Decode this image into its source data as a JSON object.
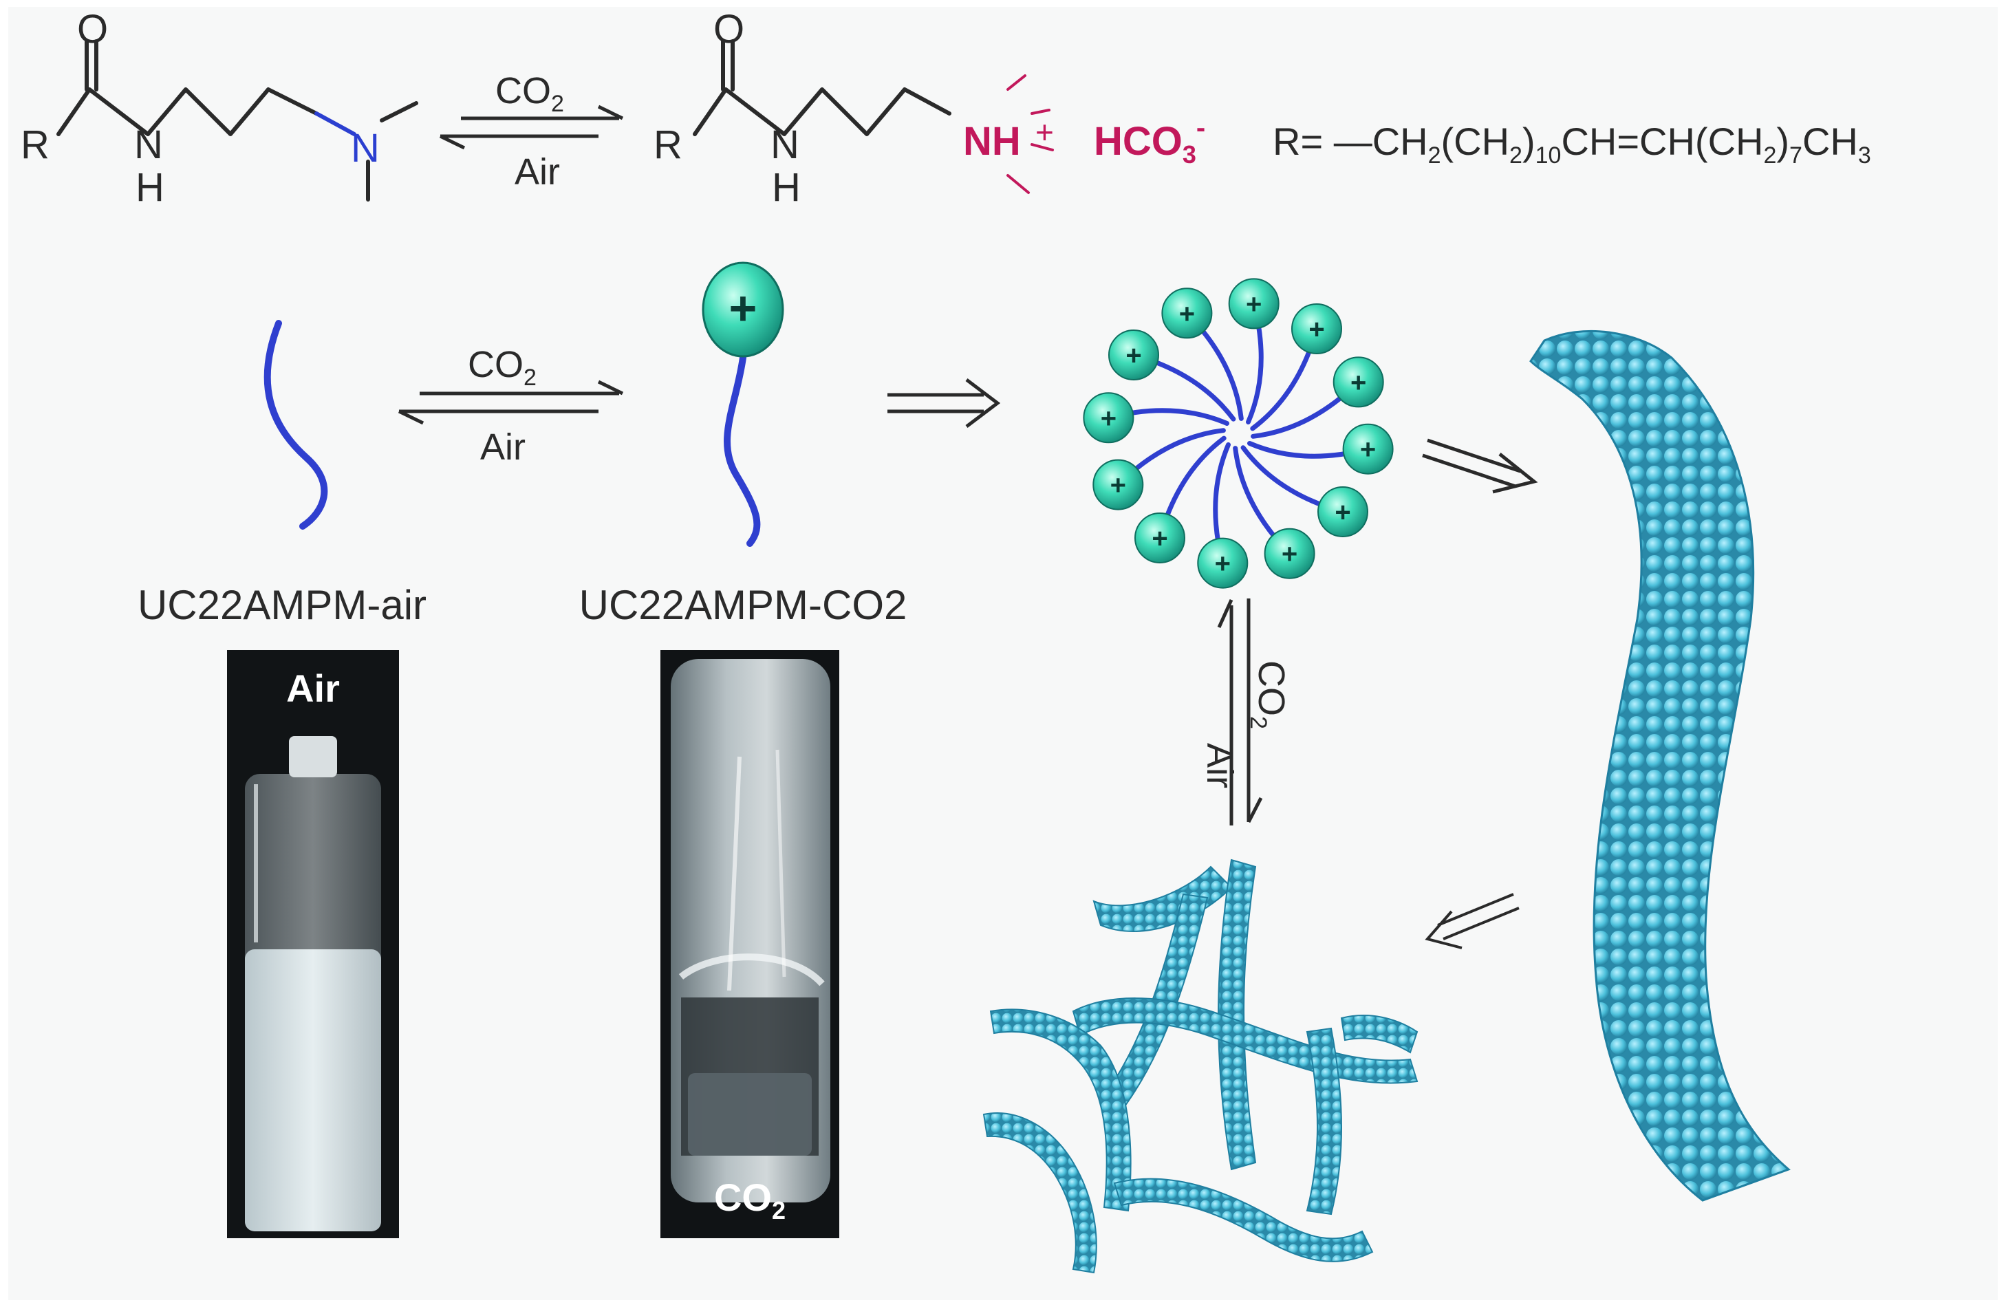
{
  "colors": {
    "background": "#ffffff",
    "panel": "#f7f8f8",
    "ink": "#2a2a2a",
    "nitrogen": "#2b3fd0",
    "ammonium": "#c2185b",
    "tail": "#2f3fcf",
    "head": "#35d6b3",
    "fiber": "#4fbdd8",
    "fiber_edge": "#1f7fa0"
  },
  "scheme": {
    "r_group_label": "R",
    "oxygen_label": "O",
    "nitrogen_label": "N",
    "h_label": "H",
    "nh_label": "NH",
    "plus_label": "+",
    "bicarbonate_label": "HCO",
    "bicarbonate_sub": "3",
    "bicarbonate_sup": "-",
    "r_definition": {
      "prefix": "R= ",
      "dash": "—",
      "parts": [
        {
          "text": "CH",
          "sub": "2"
        },
        {
          "text": "(CH",
          "sub": "2"
        },
        {
          "text": ")",
          "sub": "10"
        },
        {
          "text": "CH=CH(CH",
          "sub": "2"
        },
        {
          "text": ")",
          "sub": "7"
        },
        {
          "text": "CH",
          "sub": "3"
        }
      ]
    }
  },
  "equilibria": {
    "forward_label": "CO",
    "forward_sub": "2",
    "reverse_label": "Air"
  },
  "labels": {
    "molecule_air": "UC22AMPM-air",
    "molecule_co2": "UC22AMPM-CO2",
    "vial_air_label": "Air",
    "vial_co2_label": "CO",
    "vial_co2_sub": "2",
    "head_charge": "+"
  }
}
